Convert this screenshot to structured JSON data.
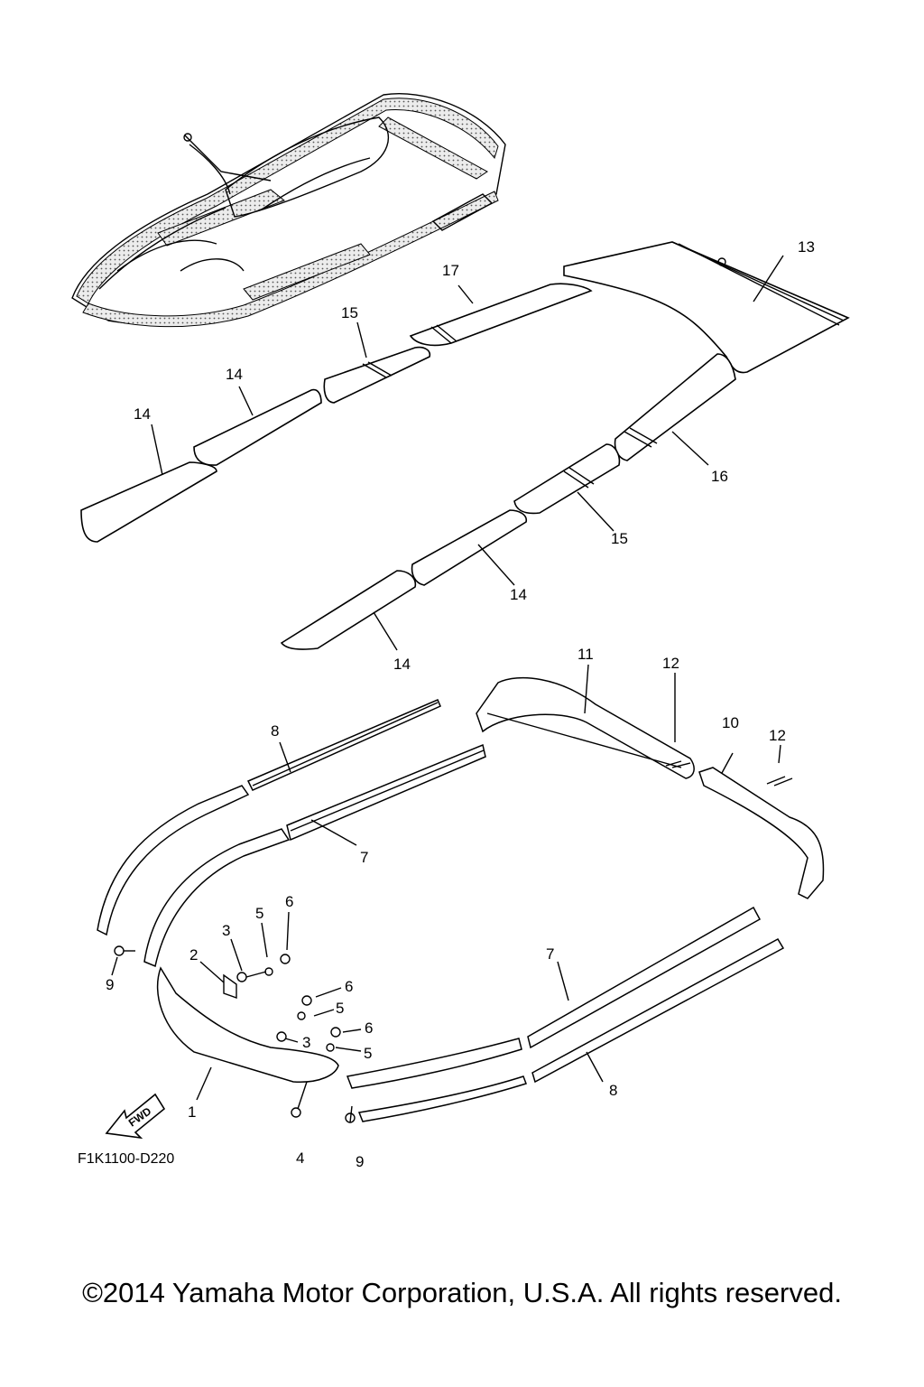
{
  "diagram": {
    "drawing_code": "F1K1100-D220",
    "fwd_label": "FWD",
    "copyright": "©2014 Yamaha Motor Corporation, U.S.A. All rights reserved.",
    "callouts": {
      "c1": "1",
      "c2": "2",
      "c3a": "3",
      "c3b": "3",
      "c4": "4",
      "c5a": "5",
      "c5b": "5",
      "c5c": "5",
      "c6a": "6",
      "c6b": "6",
      "c6c": "6",
      "c7a": "7",
      "c7b": "7",
      "c8a": "8",
      "c8b": "8",
      "c9a": "9",
      "c9b": "9",
      "c10": "10",
      "c11": "11",
      "c12a": "12",
      "c12b": "12",
      "c13": "13",
      "c14a": "14",
      "c14b": "14",
      "c14c": "14",
      "c14d": "14",
      "c15a": "15",
      "c15b": "15",
      "c16": "16",
      "c17": "17"
    }
  }
}
